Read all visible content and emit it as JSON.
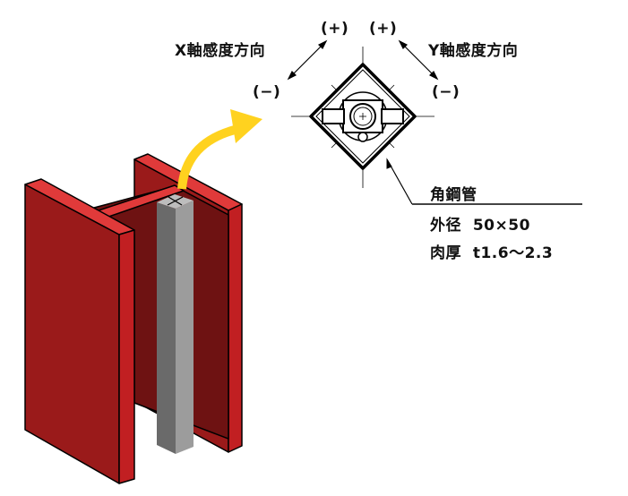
{
  "labels": {
    "x_axis": "X軸感度方向",
    "y_axis": "Y軸感度方向",
    "x_plus": "(+)",
    "y_plus": "(+)",
    "x_minus": "(−)",
    "y_minus": "(−)"
  },
  "spec": {
    "title": "角鋼管",
    "outer_label": "外径",
    "outer_value": "50×50",
    "thickness_label": "肉厚",
    "thickness_value": "t1.6〜2.3"
  },
  "colors": {
    "beam_front": "#9a1a1a",
    "beam_top": "#e03a3a",
    "beam_edge": "#c11f22",
    "beam_inner": "#6e1212",
    "tube_left": "#6a6a6a",
    "tube_right": "#9c9c9c",
    "tube_top": "#bdbdbd",
    "arrow": "#ffd21f"
  }
}
